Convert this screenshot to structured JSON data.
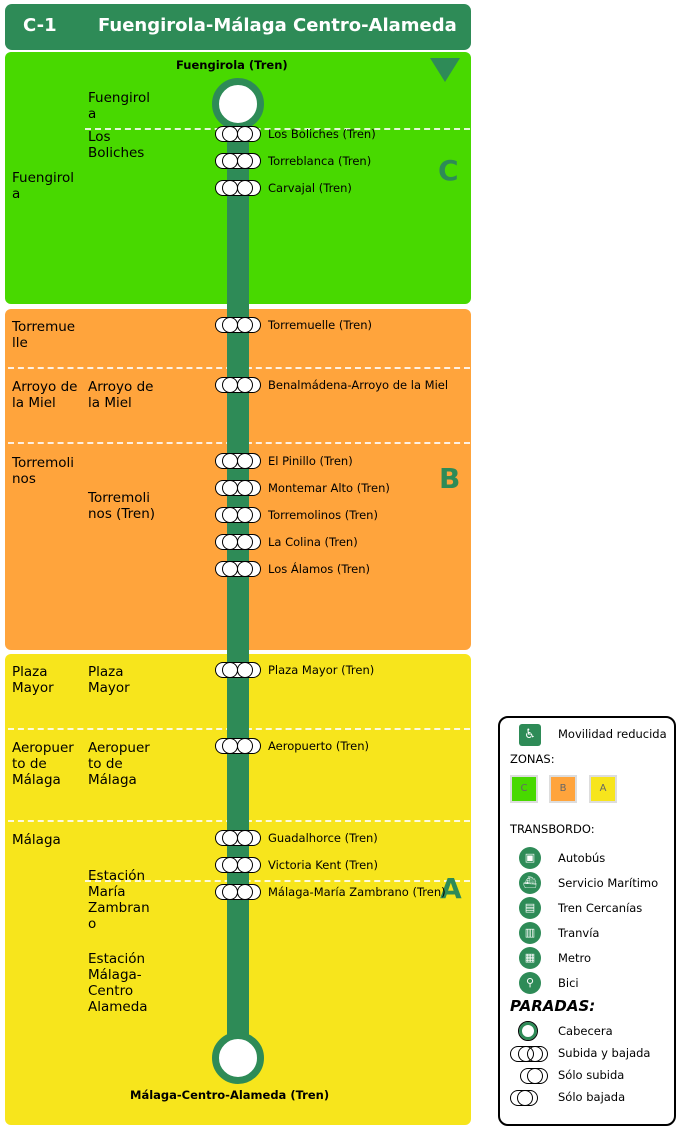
{
  "line": {
    "code": "C-1",
    "title": "Fuengirola-Málaga Centro-Alameda",
    "origin": "Fuengirola (Tren)",
    "destination": "Málaga-Centro-Alameda (Tren)"
  },
  "zones": [
    {
      "letter": "C",
      "color": "#48d900"
    },
    {
      "letter": "B",
      "color": "#ffa43c"
    },
    {
      "letter": "A",
      "color": "#f7e51c"
    }
  ],
  "municipalities": [
    "Fuengirol a",
    "Torremue lle",
    "Arroyo de la Miel",
    "Torremoli nos",
    "Plaza Mayor",
    "Aeropuer to de Málaga",
    "Málaga"
  ],
  "towns": [
    "Fuengirol a",
    "Los Boliches",
    "Arroyo de la Miel",
    "Torremoli nos (Tren)",
    "Plaza Mayor",
    "Aeropuer to de Málaga",
    "Estación María Zambran o",
    "Estación Málaga- Centro Alameda"
  ],
  "stops": [
    "Los Boliches (Tren)",
    "Torreblanca (Tren)",
    "Carvajal (Tren)",
    "Torremuelle (Tren)",
    "Benalmádena-Arroyo de la Miel",
    "El Pinillo (Tren)",
    "Montemar Alto (Tren)",
    "Torremolinos (Tren)",
    "La Colina (Tren)",
    "Los Álamos (Tren)",
    "Plaza Mayor (Tren)",
    "Aeropuerto (Tren)",
    "Guadalhorce (Tren)",
    "Victoria Kent (Tren)",
    "Málaga-María Zambrano (Tren)"
  ],
  "legend": {
    "accessibility": "Movilidad reducida",
    "zones_title": "ZONAS:",
    "zone_c": "C",
    "zone_b": "B",
    "zone_a": "A",
    "transfer_title": "TRANSBORDO:",
    "transfers": [
      "Autobús",
      "Servicio Marítimo",
      "Tren Cercanías",
      "Tranvía",
      "Metro",
      "Bici"
    ],
    "stops_title": "PARADAS:",
    "stop_types": [
      "Cabecera",
      "Subida y bajada",
      "Sólo subida",
      "Sólo bajada"
    ]
  },
  "colors": {
    "line": "#2e8b57",
    "zone_c": "#48d900",
    "zone_b": "#ffa43c",
    "zone_a": "#f7e51c"
  }
}
